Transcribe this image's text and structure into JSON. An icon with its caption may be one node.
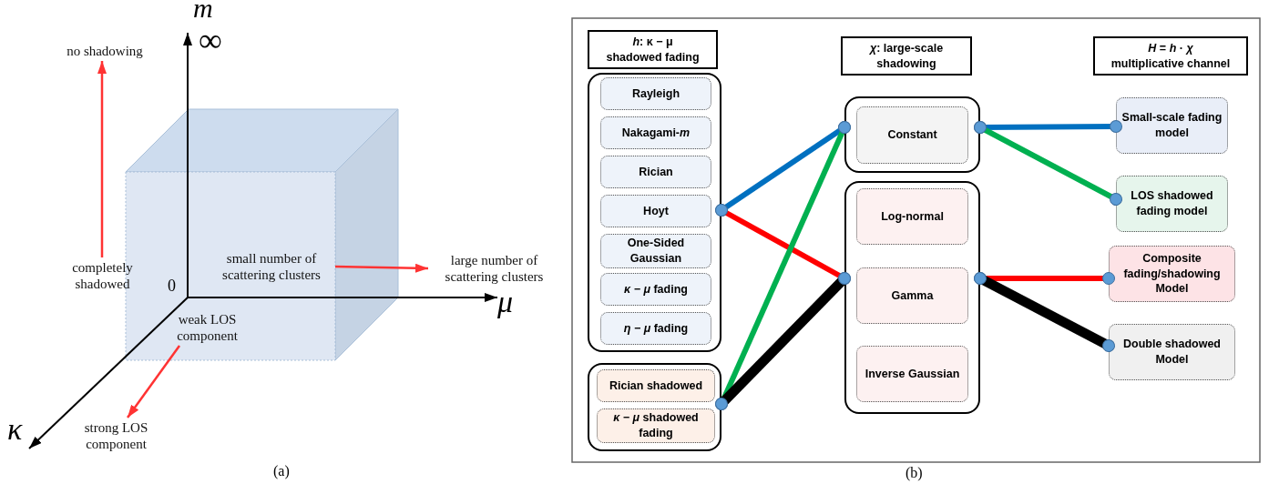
{
  "diagram": {
    "nodes": [
      {
        "text": [
          "*h*: κ − μ",
          "shadowed fading"
        ]
      },
      {
        "text": [
          "*χ*: large-scale shadowing"
        ]
      },
      {
        "text": [
          "*H* = *h* · *χ*",
          "multiplicative channel"
        ]
      },
      {
        "text": [],
        "shape": "box"
      },
      {
        "text": [
          "Rayleigh"
        ],
        "in": 3
      },
      {
        "text": [
          "Nakagami-*m*"
        ],
        "in": 3
      },
      {
        "text": [
          "Rician"
        ],
        "in": 3
      },
      {
        "text": [
          "Hoyt"
        ],
        "in": 3
      },
      {
        "text": [
          "One-Sided Gaussian"
        ],
        "in": 3
      },
      {
        "text": [
          "*κ − μ* fading"
        ],
        "in": 3
      },
      {
        "text": [
          "*η − μ* fading"
        ],
        "in": 3
      },
      {
        "text": [],
        "shape": "box"
      },
      {
        "text": [
          "Rician shadowed"
        ],
        "in": 11
      },
      {
        "text": [
          "*κ − μ* shadowed fading"
        ],
        "in": 11
      },
      {
        "text": [],
        "shape": "box"
      },
      {
        "text": [
          "Constant"
        ],
        "in": 14
      },
      {
        "text": [],
        "shape": "box"
      },
      {
        "text": [
          "Log-normal"
        ],
        "in": 16
      },
      {
        "text": [
          "Gamma"
        ],
        "in": 16
      },
      {
        "text": [
          "Inverse Gaussian"
        ],
        "in": 16
      },
      {
        "text": [
          "Small-scale fading model"
        ]
      },
      {
        "text": [
          "LOS shadowed fading model"
        ]
      },
      {
        "text": [
          "Composite fading/shadowing Model"
        ]
      },
      {
        "text": [
          "Double shadowed Model"
        ]
      },
      {
        "text": [
          "completely shadowed"
        ]
      },
      {
        "text": [
          "no shadowing"
        ]
      },
      {
        "text": [
          "small number of scattering clusters"
        ]
      },
      {
        "text": [
          "large number of scattering clusters"
        ]
      },
      {
        "text": [
          "weak LOS component"
        ]
      },
      {
        "text": [
          "strong LOS component"
        ]
      }
    ],
    "edges": [
      {
        "from": 3,
        "to": 14,
        "arrow": "other",
        "color": "#0070c0"
      },
      {
        "from": 3,
        "to": 16,
        "arrow": "other",
        "color": "#ff0000"
      },
      {
        "from": 11,
        "to": 14,
        "arrow": "other",
        "color": "#00b050"
      },
      {
        "from": 11,
        "to": 16,
        "arrow": "other",
        "color": "#000000",
        "style": "thick"
      },
      {
        "from": 14,
        "to": 20,
        "arrow": "other",
        "color": "#0070c0"
      },
      {
        "from": 14,
        "to": 21,
        "arrow": "other",
        "color": "#00b050"
      },
      {
        "from": 16,
        "to": 22,
        "arrow": "other",
        "color": "#ff0000"
      },
      {
        "from": 16,
        "to": 23,
        "arrow": "other",
        "color": "#000000",
        "style": "thick"
      },
      {
        "from": 24,
        "to": 25,
        "arrow": "to",
        "color": "#ff3333"
      },
      {
        "from": 26,
        "to": 27,
        "arrow": "to",
        "color": "#ff3333"
      },
      {
        "from": 28,
        "to": 29,
        "arrow": "to",
        "color": "#ff3333"
      }
    ],
    "labels": [
      "m",
      "∞",
      "0",
      "μ",
      "κ",
      "(a)",
      "(b)"
    ]
  }
}
